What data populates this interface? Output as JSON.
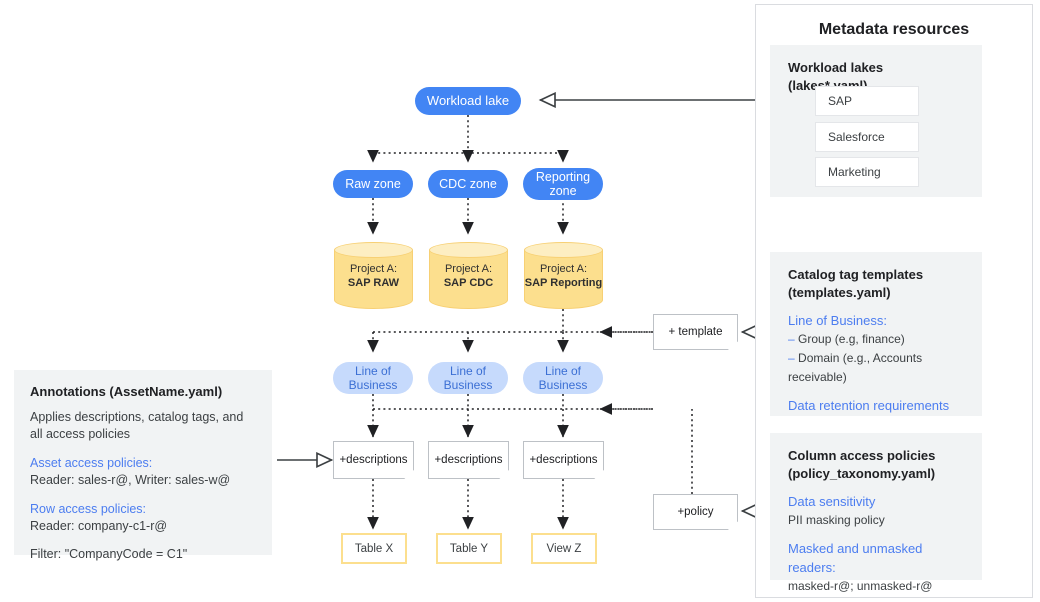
{
  "flow": {
    "workload_lake": "Workload lake",
    "zones": [
      {
        "label": "Raw zone"
      },
      {
        "label": "CDC zone"
      },
      {
        "label": "Reporting zone"
      }
    ],
    "projects": [
      {
        "prefix": "Project A:",
        "name": "SAP RAW"
      },
      {
        "prefix": "Project A:",
        "name": "SAP CDC"
      },
      {
        "prefix": "Project A:",
        "name": "SAP Reporting"
      }
    ],
    "line_of_business": [
      {
        "line1": "Line of",
        "line2": "Business"
      },
      {
        "line1": "Line of",
        "line2": "Business"
      },
      {
        "line1": "Line of",
        "line2": "Business"
      }
    ],
    "descriptions": [
      {
        "label": "+descriptions"
      },
      {
        "label": "+descriptions"
      },
      {
        "label": "+descriptions"
      }
    ],
    "outputs": [
      {
        "label": "Table X"
      },
      {
        "label": "Table Y"
      },
      {
        "label": "View Z"
      }
    ],
    "template_note": "+ template",
    "policy_note": "+policy"
  },
  "annotations": {
    "title": "Annotations (AssetName.yaml)",
    "description": "Applies descriptions, catalog tags, and all access policies",
    "asset_policies_label": "Asset access policies:",
    "asset_policies_value": "Reader: sales-r@, Writer: sales-w@",
    "row_policies_label": "Row access policies:",
    "row_policies_value": "Reader: company-c1-r@",
    "filter_value": "Filter: \"CompanyCode = C1\""
  },
  "metadata": {
    "title": "Metadata resources",
    "workload_lakes": {
      "title": "Workload lakes (lakes*.yaml)",
      "items": [
        {
          "label": "SAP"
        },
        {
          "label": "Salesforce"
        },
        {
          "label": "Marketing"
        }
      ]
    },
    "catalog_templates": {
      "title_line1": "Catalog tag templates",
      "title_line2": "(templates.yaml)",
      "lob_label": "Line of Business:",
      "bullets": [
        {
          "dash": "–",
          "text": "Group (e.g, finance)"
        },
        {
          "dash": "–",
          "text": "Domain (e.g., Accounts receivable)"
        }
      ],
      "retention_label": "Data retention requirements"
    },
    "column_policies": {
      "title_line1": "Column access policies",
      "title_line2": "(policy_taxonomy.yaml)",
      "sensitivity_label": "Data sensitivity",
      "sensitivity_value": "PII masking policy",
      "readers_label": "Masked and unmasked readers:",
      "readers_value": "masked-r@; unmasked-r@"
    }
  },
  "colors": {
    "brand_blue": "#4285f4",
    "light_blue": "#c6dafc",
    "link_blue": "#4c7df0",
    "amber": "#fcdf8e",
    "panel_gray": "#f1f3f4"
  }
}
